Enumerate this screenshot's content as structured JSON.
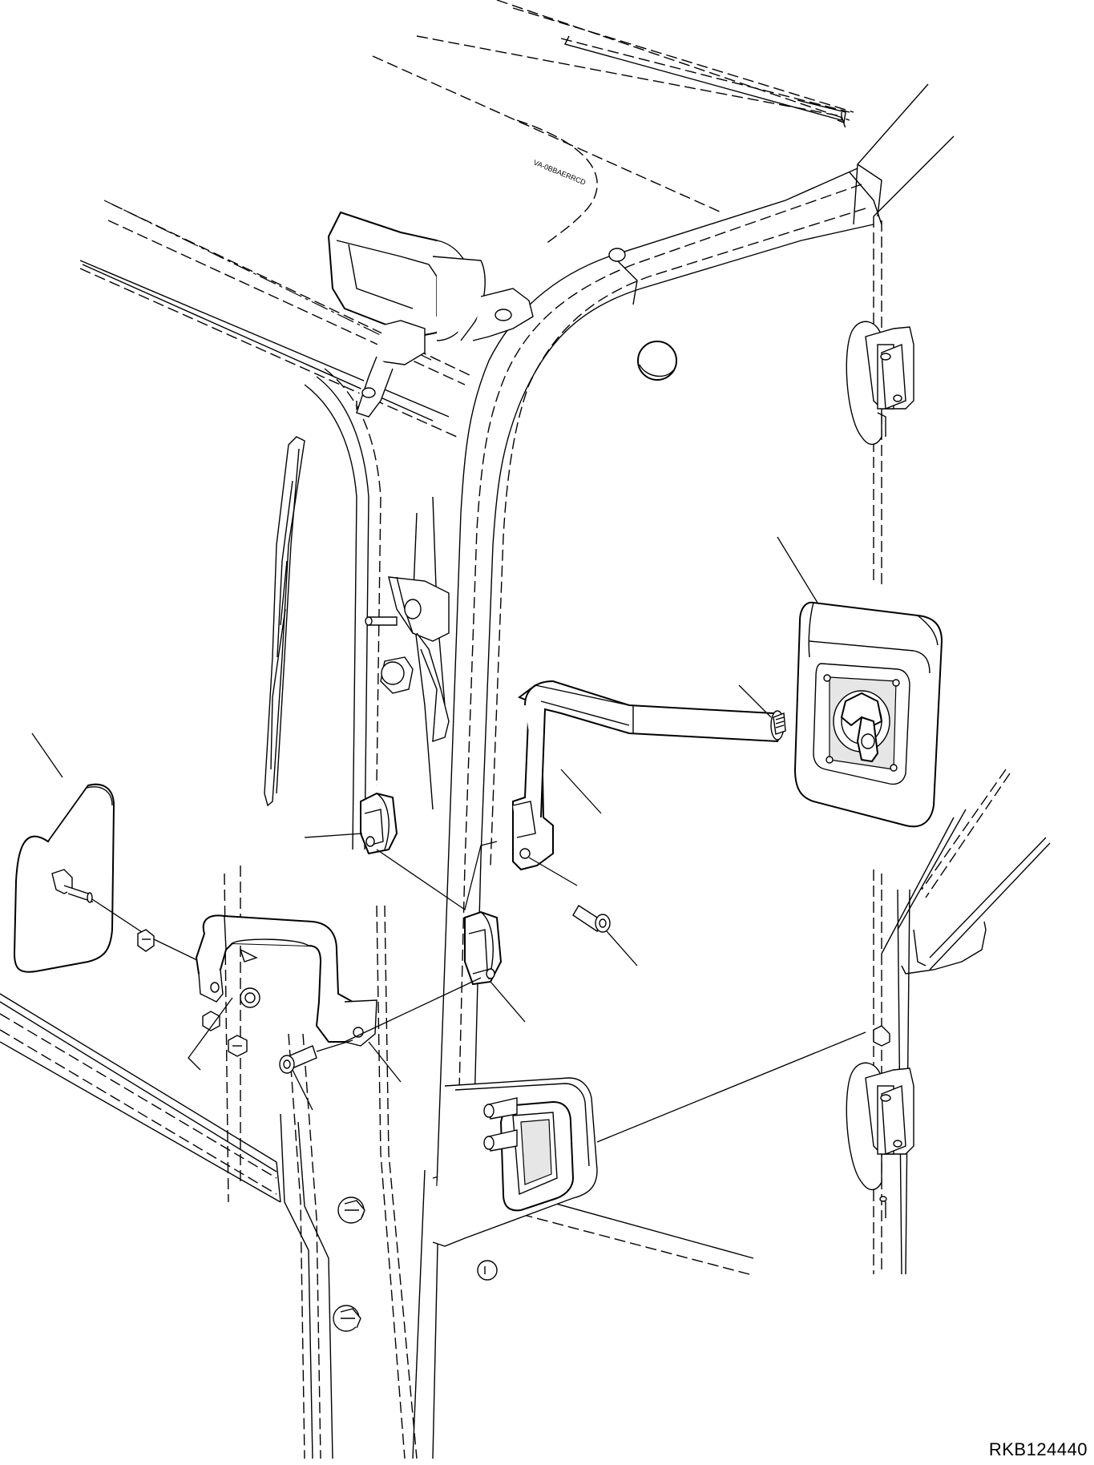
{
  "drawing": {
    "reference_code": "RKB124440",
    "part_label": "RKB124440",
    "cab_label_text": "VA-0BBAERRCD"
  }
}
